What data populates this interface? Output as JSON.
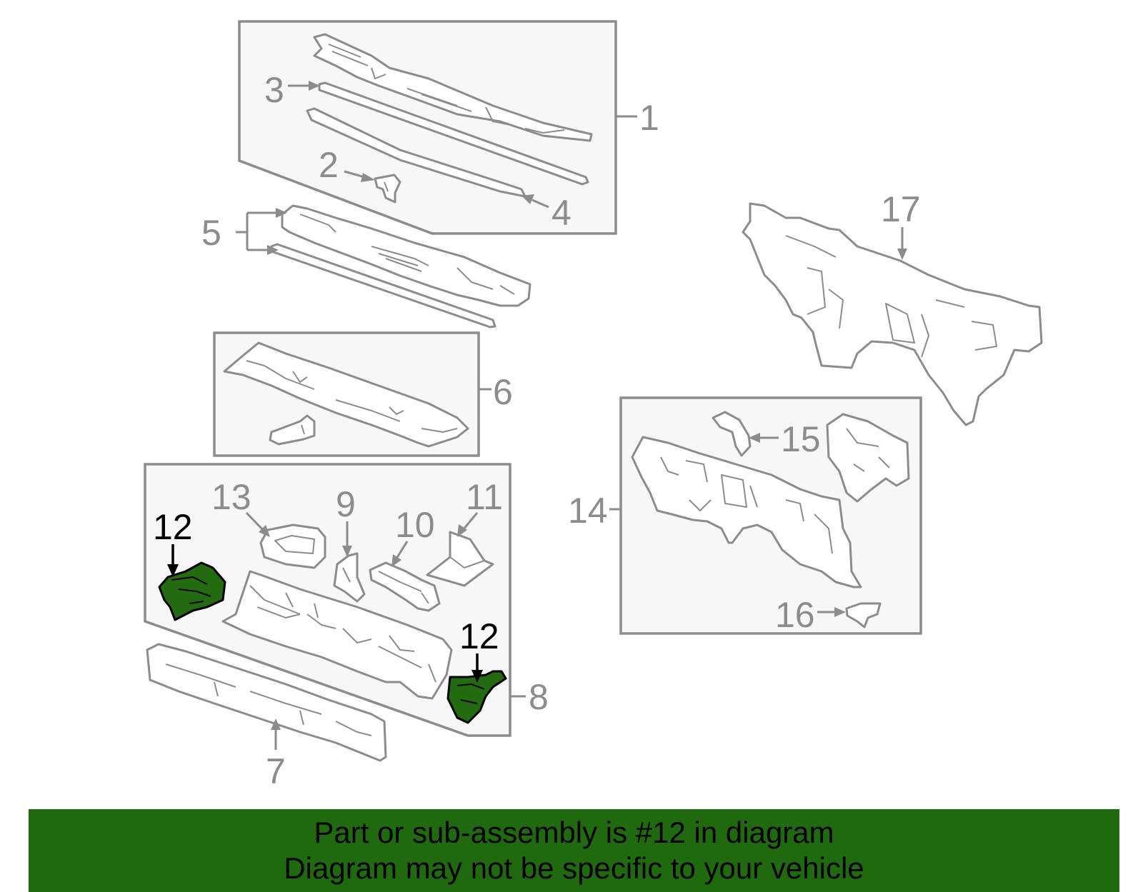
{
  "colors": {
    "highlight": "#226b10",
    "banner": "#1f6a0f",
    "line_gray": "#8c8c8c",
    "box_fill": "#f7f7f7"
  },
  "callouts": {
    "c1": "1",
    "c2": "2",
    "c3": "3",
    "c4": "4",
    "c5": "5",
    "c6": "6",
    "c7": "7",
    "c8": "8",
    "c9": "9",
    "c10": "10",
    "c11": "11",
    "c12a": "12",
    "c12b": "12",
    "c13": "13",
    "c14": "14",
    "c15": "15",
    "c16": "16",
    "c17": "17"
  },
  "banner": {
    "line1": "Part or sub-assembly is #12 in diagram",
    "line2": "Diagram may not be specific to your vehicle"
  }
}
